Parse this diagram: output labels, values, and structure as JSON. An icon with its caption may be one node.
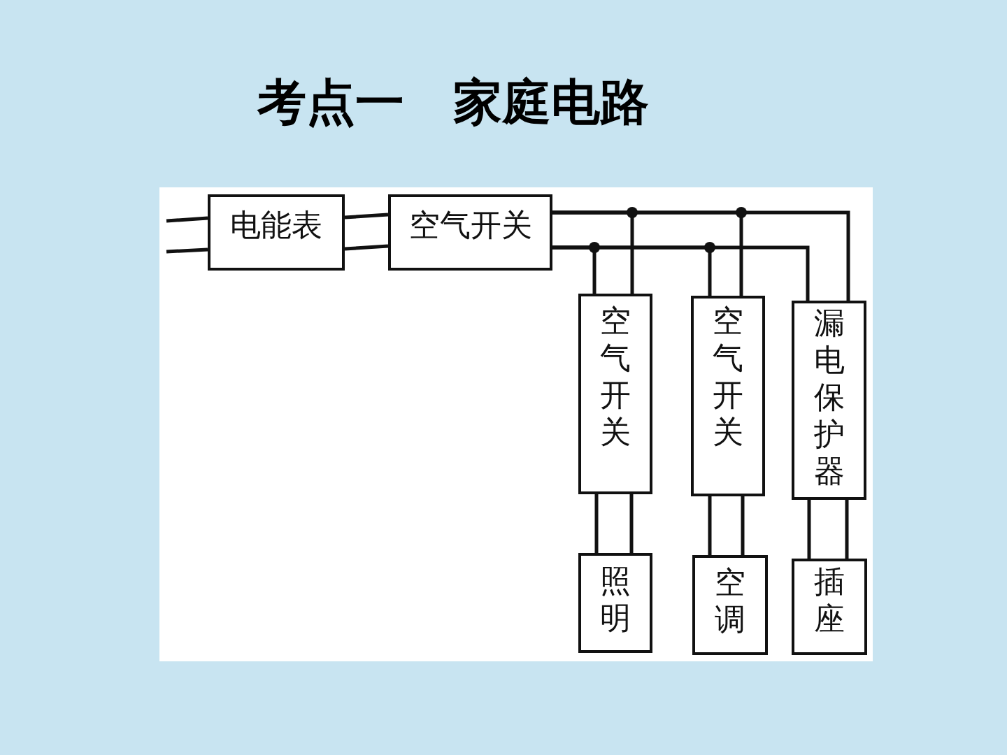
{
  "diagram": {
    "title": "考点一　家庭电路",
    "nodes": [
      {
        "text": [
          "电能表"
        ]
      },
      {
        "text": [
          "空气开关"
        ]
      },
      {
        "text": [
          "空气开关"
        ]
      },
      {
        "text": [
          "空气开关"
        ]
      },
      {
        "text": [
          "漏电保护器"
        ]
      },
      {
        "text": [
          "照明"
        ]
      },
      {
        "text": [
          "空调"
        ]
      },
      {
        "text": [
          "插座"
        ]
      }
    ],
    "edges": [
      {
        "from": null,
        "to": 0,
        "arrow": "none"
      },
      {
        "from": null,
        "to": 0,
        "arrow": "none"
      },
      {
        "from": 0,
        "to": 1,
        "arrow": "none"
      },
      {
        "from": 0,
        "to": 1,
        "arrow": "none"
      },
      {
        "from": 1,
        "to": 2,
        "arrow": "none"
      },
      {
        "from": 1,
        "to": 2,
        "arrow": "none"
      },
      {
        "from": 1,
        "to": 3,
        "arrow": "none"
      },
      {
        "from": 1,
        "to": 3,
        "arrow": "none"
      },
      {
        "from": 1,
        "to": 4,
        "arrow": "none"
      },
      {
        "from": 1,
        "to": 4,
        "arrow": "none"
      },
      {
        "from": 2,
        "to": 5,
        "arrow": "none"
      },
      {
        "from": 2,
        "to": 5,
        "arrow": "none"
      },
      {
        "from": 3,
        "to": 6,
        "arrow": "none"
      },
      {
        "from": 3,
        "to": 6,
        "arrow": "none"
      },
      {
        "from": 4,
        "to": 7,
        "arrow": "none"
      },
      {
        "from": 4,
        "to": 7,
        "arrow": "none"
      }
    ]
  }
}
